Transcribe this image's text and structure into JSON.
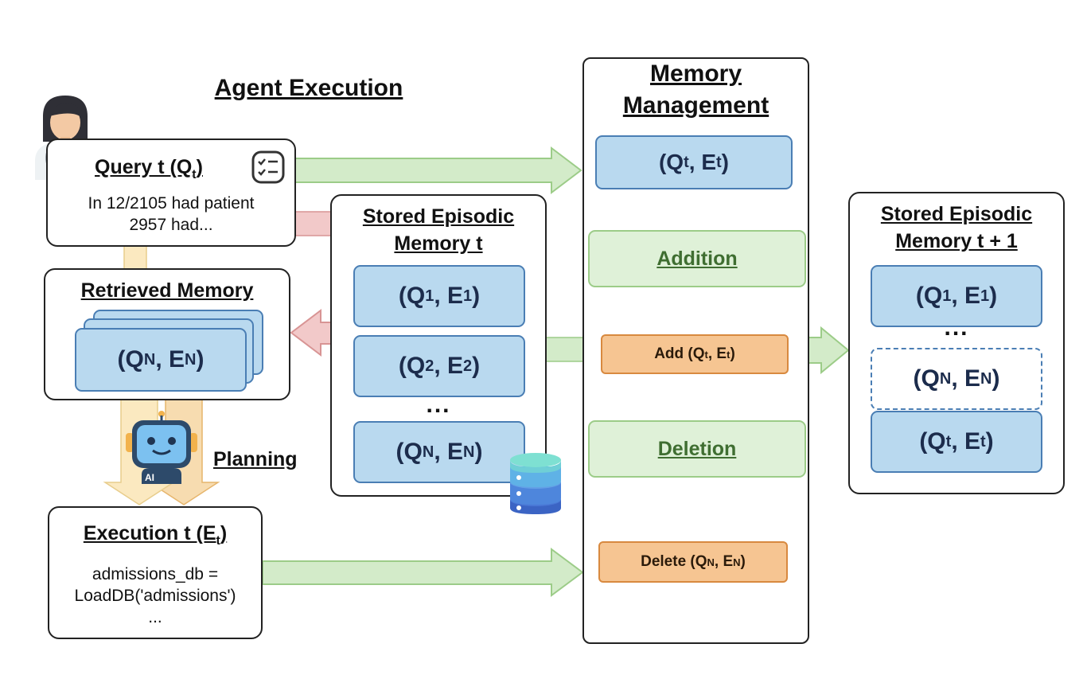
{
  "agent": {
    "title": "Agent Execution",
    "query_title": "Query t (Q",
    "query_sub": "t",
    "query_close": ")",
    "query_text_1": "In 12/2105 had patient",
    "query_text_2": "2957 had...",
    "retrieved_title": "Retrieved Memory",
    "retrieved_item": {
      "q": "N",
      "e": "N"
    },
    "planning_label": "Planning",
    "robot_badge": "AI",
    "execution_title": "Execution t (E",
    "execution_sub": "t",
    "execution_close": ")",
    "execution_line_1": "admissions_db =",
    "execution_line_2": "LoadDB('admissions')",
    "execution_line_3": "..."
  },
  "stored_t": {
    "title_1": "Stored Episodic",
    "title_2": "Memory t",
    "items": [
      {
        "q": "1",
        "e": "1"
      },
      {
        "q": "2",
        "e": "2"
      },
      {
        "q": "N",
        "e": "N"
      }
    ],
    "ellipsis": "..."
  },
  "management": {
    "title_1": "Memory",
    "title_2": "Management",
    "current": {
      "q": "t",
      "e": "t"
    },
    "addition_label": "Addition",
    "add_op": {
      "prefix": "Add (Q",
      "q": "t",
      "mid": ", E",
      "e": "t",
      "suffix": ")"
    },
    "deletion_label": "Deletion",
    "delete_op": {
      "prefix": "Delete (Q",
      "q": "N",
      "mid": ", E",
      "e": "N",
      "suffix": ")"
    }
  },
  "stored_t1": {
    "title_1": "Stored Episodic",
    "title_2": "Memory t + 1",
    "items": [
      {
        "q": "1",
        "e": "1"
      },
      {
        "q": "N",
        "e": "N"
      },
      {
        "q": "t",
        "e": "t"
      }
    ],
    "ellipsis": "..."
  },
  "colors": {
    "memory_fill": "#b9d9ef",
    "memory_border": "#4a7eb4",
    "green_arrow": "#d3ebc9",
    "red_arrow": "#f2c9c9",
    "yellow_arrow": "#fbe9c0",
    "orange_arrow": "#d47d25",
    "op_fill": "#f6c592"
  }
}
